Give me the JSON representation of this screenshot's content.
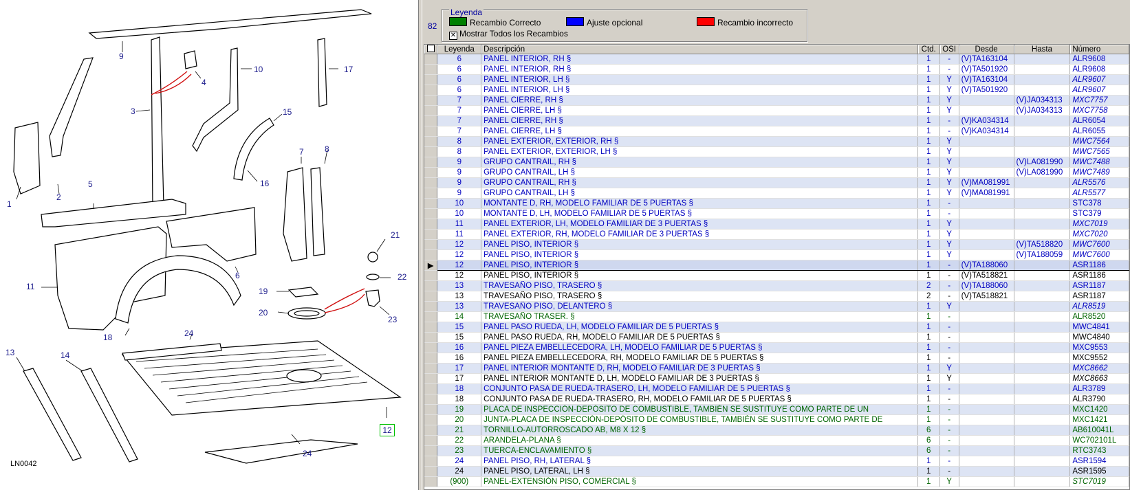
{
  "diagram": {
    "code": "LN0042",
    "callouts": [
      "1",
      "2",
      "3",
      "4",
      "5",
      "6",
      "7",
      "8",
      "9",
      "10",
      "11",
      "12",
      "13",
      "14",
      "15",
      "16",
      "17",
      "18",
      "19",
      "20",
      "21",
      "22",
      "23",
      "24",
      "24"
    ],
    "highlighted_callout": "12"
  },
  "header": {
    "count": "82",
    "legend_title": "Leyenda",
    "legend": [
      {
        "label": "Recambio Correcto",
        "color": "#008000"
      },
      {
        "label": "Ajuste opcional",
        "color": "#0000ff"
      },
      {
        "label": "Recambio incorrecto",
        "color": "#ff0000"
      }
    ],
    "show_all_label": "Mostrar Todos los Recambios",
    "show_all_checked": "✕"
  },
  "table": {
    "columns": [
      "Leyenda",
      "Descripción",
      "Ctd.",
      "OSI",
      "Desde",
      "Hasta",
      "Número"
    ],
    "current_marker": "▶",
    "rows": [
      {
        "ley": "6",
        "desc": "PANEL INTERIOR, RH §",
        "ctd": "1",
        "osi": "-",
        "desde": "(V)TA163104",
        "hasta": "",
        "num": "ALR9608",
        "kind": "blue",
        "numstyle": "normal"
      },
      {
        "ley": "6",
        "desc": "PANEL INTERIOR, RH §",
        "ctd": "1",
        "osi": "-",
        "desde": "(V)TA501920",
        "hasta": "",
        "num": "ALR9608",
        "kind": "blue",
        "numstyle": "normal"
      },
      {
        "ley": "6",
        "desc": "PANEL INTERIOR, LH §",
        "ctd": "1",
        "osi": "Y",
        "desde": "(V)TA163104",
        "hasta": "",
        "num": "ALR9607",
        "kind": "blue",
        "numstyle": "italic"
      },
      {
        "ley": "6",
        "desc": "PANEL INTERIOR, LH §",
        "ctd": "1",
        "osi": "Y",
        "desde": "(V)TA501920",
        "hasta": "",
        "num": "ALR9607",
        "kind": "blue",
        "numstyle": "italic"
      },
      {
        "ley": "7",
        "desc": "PANEL CIERRE, RH §",
        "ctd": "1",
        "osi": "Y",
        "desde": "",
        "hasta": "(V)JA034313",
        "num": "MXC7757",
        "kind": "blue",
        "numstyle": "italic"
      },
      {
        "ley": "7",
        "desc": "PANEL CIERRE, LH §",
        "ctd": "1",
        "osi": "Y",
        "desde": "",
        "hasta": "(V)JA034313",
        "num": "MXC7758",
        "kind": "blue",
        "numstyle": "italic"
      },
      {
        "ley": "7",
        "desc": "PANEL CIERRE, RH §",
        "ctd": "1",
        "osi": "-",
        "desde": "(V)KA034314",
        "hasta": "",
        "num": "ALR6054",
        "kind": "blue",
        "numstyle": "normal"
      },
      {
        "ley": "7",
        "desc": "PANEL CIERRE, LH §",
        "ctd": "1",
        "osi": "-",
        "desde": "(V)KA034314",
        "hasta": "",
        "num": "ALR6055",
        "kind": "blue",
        "numstyle": "normal"
      },
      {
        "ley": "8",
        "desc": "PANEL EXTERIOR, EXTERIOR, RH §",
        "ctd": "1",
        "osi": "Y",
        "desde": "",
        "hasta": "",
        "num": "MWC7564",
        "kind": "blue",
        "numstyle": "italic"
      },
      {
        "ley": "8",
        "desc": "PANEL EXTERIOR, EXTERIOR, LH §",
        "ctd": "1",
        "osi": "Y",
        "desde": "",
        "hasta": "",
        "num": "MWC7565",
        "kind": "blue",
        "numstyle": "italic"
      },
      {
        "ley": "9",
        "desc": "GRUPO CANTRAIL, RH §",
        "ctd": "1",
        "osi": "Y",
        "desde": "",
        "hasta": "(V)LA081990",
        "num": "MWC7488",
        "kind": "blue",
        "numstyle": "italic"
      },
      {
        "ley": "9",
        "desc": "GRUPO CANTRAIL, LH §",
        "ctd": "1",
        "osi": "Y",
        "desde": "",
        "hasta": "(V)LA081990",
        "num": "MWC7489",
        "kind": "blue",
        "numstyle": "italic"
      },
      {
        "ley": "9",
        "desc": "GRUPO CANTRAIL, RH §",
        "ctd": "1",
        "osi": "Y",
        "desde": "(V)MA081991",
        "hasta": "",
        "num": "ALR5576",
        "kind": "blue",
        "numstyle": "italic"
      },
      {
        "ley": "9",
        "desc": "GRUPO CANTRAIL, LH §",
        "ctd": "1",
        "osi": "Y",
        "desde": "(V)MA081991",
        "hasta": "",
        "num": "ALR5577",
        "kind": "blue",
        "numstyle": "italic"
      },
      {
        "ley": "10",
        "desc": "MONTANTE D, RH, MODELO FAMILIAR DE 5 PUERTAS §",
        "ctd": "1",
        "osi": "-",
        "desde": "",
        "hasta": "",
        "num": "STC378",
        "kind": "blue",
        "numstyle": "normal"
      },
      {
        "ley": "10",
        "desc": "MONTANTE D, LH, MODELO FAMILIAR DE 5 PUERTAS §",
        "ctd": "1",
        "osi": "-",
        "desde": "",
        "hasta": "",
        "num": "STC379",
        "kind": "blue",
        "numstyle": "normal"
      },
      {
        "ley": "11",
        "desc": "PANEL EXTERIOR, LH, MODELO FAMILIAR DE 3 PUERTAS §",
        "ctd": "1",
        "osi": "Y",
        "desde": "",
        "hasta": "",
        "num": "MXC7019",
        "kind": "blue",
        "numstyle": "italic"
      },
      {
        "ley": "11",
        "desc": "PANEL EXTERIOR, RH, MODELO FAMILIAR DE 3 PUERTAS §",
        "ctd": "1",
        "osi": "Y",
        "desde": "",
        "hasta": "",
        "num": "MXC7020",
        "kind": "blue",
        "numstyle": "italic"
      },
      {
        "ley": "12",
        "desc": "PANEL PISO, INTERIOR §",
        "ctd": "1",
        "osi": "Y",
        "desde": "",
        "hasta": "(V)TA518820",
        "num": "MWC7600",
        "kind": "blue",
        "numstyle": "italic"
      },
      {
        "ley": "12",
        "desc": "PANEL PISO, INTERIOR §",
        "ctd": "1",
        "osi": "Y",
        "desde": "",
        "hasta": "(V)TA188059",
        "num": "MWC7600",
        "kind": "blue",
        "numstyle": "italic"
      },
      {
        "ley": "12",
        "desc": "PANEL PISO, INTERIOR §",
        "ctd": "1",
        "osi": "-",
        "desde": "(V)TA188060",
        "hasta": "",
        "num": "ASR1186",
        "kind": "blue",
        "numstyle": "normal",
        "current": true
      },
      {
        "ley": "12",
        "desc": "PANEL PISO, INTERIOR §",
        "ctd": "1",
        "osi": "-",
        "desde": "(V)TA518821",
        "hasta": "",
        "num": "ASR1186",
        "kind": "black",
        "numstyle": "normal"
      },
      {
        "ley": "13",
        "desc": "TRAVESAÑO PISO, TRASERO §",
        "ctd": "2",
        "osi": "-",
        "desde": "(V)TA188060",
        "hasta": "",
        "num": "ASR1187",
        "kind": "blue",
        "numstyle": "normal"
      },
      {
        "ley": "13",
        "desc": "TRAVESAÑO PISO, TRASERO §",
        "ctd": "2",
        "osi": "-",
        "desde": "(V)TA518821",
        "hasta": "",
        "num": "ASR1187",
        "kind": "black",
        "numstyle": "normal"
      },
      {
        "ley": "13",
        "desc": "TRAVESAÑO PISO, DELANTERO §",
        "ctd": "1",
        "osi": "Y",
        "desde": "",
        "hasta": "",
        "num": "ALR8519",
        "kind": "blue",
        "numstyle": "italic"
      },
      {
        "ley": "14",
        "desc": "TRAVESAÑO TRASER. §",
        "ctd": "1",
        "osi": "-",
        "desde": "",
        "hasta": "",
        "num": "ALR8520",
        "kind": "green",
        "numstyle": "normal"
      },
      {
        "ley": "15",
        "desc": "PANEL PASO RUEDA, LH, MODELO FAMILIAR DE 5 PUERTAS §",
        "ctd": "1",
        "osi": "-",
        "desde": "",
        "hasta": "",
        "num": "MWC4841",
        "kind": "blue",
        "numstyle": "normal"
      },
      {
        "ley": "15",
        "desc": "PANEL PASO RUEDA, RH, MODELO FAMILIAR DE 5 PUERTAS §",
        "ctd": "1",
        "osi": "-",
        "desde": "",
        "hasta": "",
        "num": "MWC4840",
        "kind": "black",
        "numstyle": "normal"
      },
      {
        "ley": "16",
        "desc": "PANEL PIEZA EMBELLECEDORA, LH, MODELO FAMILIAR DE 5 PUERTAS §",
        "ctd": "1",
        "osi": "-",
        "desde": "",
        "hasta": "",
        "num": "MXC9553",
        "kind": "blue",
        "numstyle": "normal"
      },
      {
        "ley": "16",
        "desc": "PANEL PIEZA EMBELLECEDORA, RH, MODELO FAMILIAR DE 5 PUERTAS §",
        "ctd": "1",
        "osi": "-",
        "desde": "",
        "hasta": "",
        "num": "MXC9552",
        "kind": "black",
        "numstyle": "normal"
      },
      {
        "ley": "17",
        "desc": "PANEL INTERIOR MONTANTE D, RH, MODELO FAMILIAR DE 3 PUERTAS §",
        "ctd": "1",
        "osi": "Y",
        "desde": "",
        "hasta": "",
        "num": "MXC8662",
        "kind": "blue",
        "numstyle": "italic"
      },
      {
        "ley": "17",
        "desc": "PANEL INTERIOR MONTANTE D, LH, MODELO FAMILIAR DE 3 PUERTAS §",
        "ctd": "1",
        "osi": "Y",
        "desde": "",
        "hasta": "",
        "num": "MXC8663",
        "kind": "black",
        "numstyle": "italic"
      },
      {
        "ley": "18",
        "desc": "CONJUNTO PASA DE RUEDA-TRASERO, LH, MODELO FAMILIAR DE 5 PUERTAS §",
        "ctd": "1",
        "osi": "-",
        "desde": "",
        "hasta": "",
        "num": "ALR3789",
        "kind": "blue",
        "numstyle": "normal"
      },
      {
        "ley": "18",
        "desc": "CONJUNTO PASA DE RUEDA-TRASERO, RH, MODELO FAMILIAR DE 5 PUERTAS §",
        "ctd": "1",
        "osi": "-",
        "desde": "",
        "hasta": "",
        "num": "ALR3790",
        "kind": "black",
        "numstyle": "normal"
      },
      {
        "ley": "19",
        "desc": "PLACA DE INSPECCIÓN-DEPÓSITO DE COMBUSTIBLE, TAMBIÉN SE SUSTITUYE COMO PARTE DE UN",
        "ctd": "1",
        "osi": "-",
        "desde": "",
        "hasta": "",
        "num": "MXC1420",
        "kind": "green",
        "numstyle": "normal"
      },
      {
        "ley": "20",
        "desc": "JUNTA-PLACA DE INSPECCIÓN-DEPÓSITO DE COMBUSTIBLE, TAMBIÉN SE SUSTITUYE COMO PARTE DE",
        "ctd": "1",
        "osi": "-",
        "desde": "",
        "hasta": "",
        "num": "MXC1421",
        "kind": "green",
        "numstyle": "normal"
      },
      {
        "ley": "21",
        "desc": "TORNILLO-AUTORROSCADO AB, M8 X 12 §",
        "ctd": "6",
        "osi": "-",
        "desde": "",
        "hasta": "",
        "num": "AB610041L",
        "kind": "green",
        "numstyle": "normal"
      },
      {
        "ley": "22",
        "desc": "ARANDELA-PLANA §",
        "ctd": "6",
        "osi": "-",
        "desde": "",
        "hasta": "",
        "num": "WC702101L",
        "kind": "green",
        "numstyle": "normal"
      },
      {
        "ley": "23",
        "desc": "TUERCA-ENCLAVAMIENTO §",
        "ctd": "6",
        "osi": "-",
        "desde": "",
        "hasta": "",
        "num": "RTC3743",
        "kind": "green",
        "numstyle": "normal"
      },
      {
        "ley": "24",
        "desc": "PANEL PISO, RH, LATERAL §",
        "ctd": "1",
        "osi": "-",
        "desde": "",
        "hasta": "",
        "num": "ASR1594",
        "kind": "blue",
        "numstyle": "normal"
      },
      {
        "ley": "24",
        "desc": "PANEL PISO, LATERAL, LH §",
        "ctd": "1",
        "osi": "-",
        "desde": "",
        "hasta": "",
        "num": "ASR1595",
        "kind": "black",
        "numstyle": "normal"
      },
      {
        "ley": "(900)",
        "desc": "PANEL-EXTENSIÓN PISO, COMERCIAL §",
        "ctd": "1",
        "osi": "Y",
        "desde": "",
        "hasta": "",
        "num": "STC7019",
        "kind": "green",
        "numstyle": "italic"
      }
    ]
  }
}
